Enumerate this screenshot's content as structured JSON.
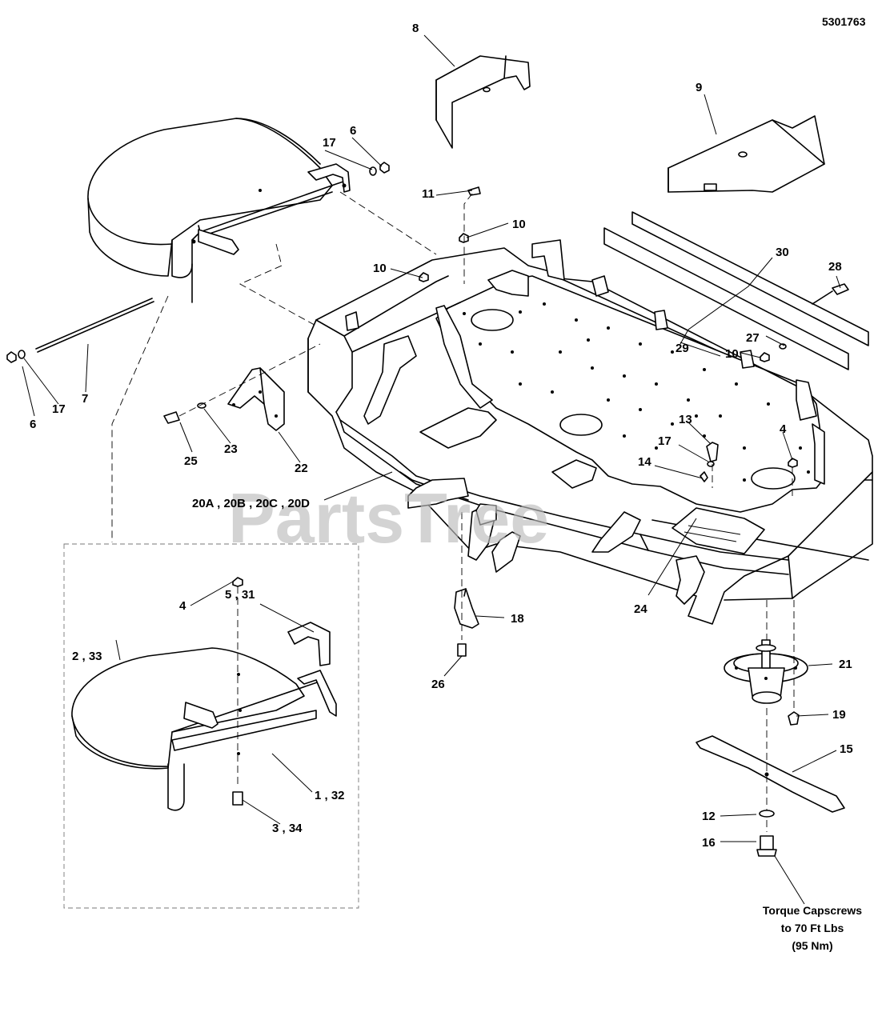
{
  "diagram": {
    "part_number": "5301763",
    "watermark": "PartsTree",
    "note": [
      "Torque Capscrews",
      "to 70 Ft Lbs",
      "(95 Nm)"
    ],
    "callouts": {
      "c8": "8",
      "c9": "9",
      "c6a": "6",
      "c17a": "17",
      "c11": "11",
      "c10a": "10",
      "c10b": "10",
      "c30": "30",
      "c28": "28",
      "c27": "27",
      "c29": "29",
      "c10c": "10",
      "c7": "7",
      "c6b": "6",
      "c17b": "17",
      "c25": "25",
      "c23": "23",
      "c22": "22",
      "c13": "13",
      "c17c": "17",
      "c4a": "4",
      "c14": "14",
      "c20": "20A , 20B , 20C , 20D",
      "c18": "18",
      "c24": "24",
      "c26": "26",
      "c21": "21",
      "c19": "19",
      "c15": "15",
      "c12": "12",
      "c16": "16",
      "c531": "5 , 31",
      "c4b": "4",
      "c233": "2 , 33",
      "c132": "1 , 32",
      "c334": "3 , 34"
    }
  }
}
